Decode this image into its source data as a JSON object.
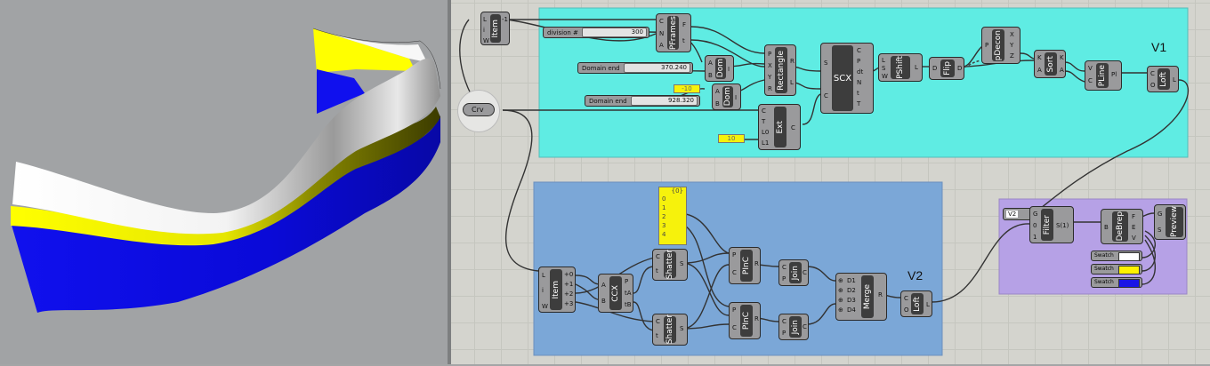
{
  "colors": {
    "canvas": "#d4d4ce",
    "cyan_group": "#5fece3",
    "blue_group": "#7ba7d7",
    "purple_group": "#b6a1e6",
    "viewport": "#a1a3a5",
    "panel_yellow": "#f6f20c",
    "swatch_white": "#ffffff",
    "swatch_yellow": "#fff200",
    "swatch_blue": "#1a14e6"
  },
  "labels": {
    "v1": "V1",
    "v2": "V2"
  },
  "crv": "Crv",
  "top": {
    "item": {
      "title": "Item",
      "inputs": [
        "L",
        "i",
        "W"
      ],
      "outputs": [
        "-1"
      ]
    },
    "pframes": {
      "title": "PFrames",
      "inputs": [
        "C",
        "N",
        "A"
      ],
      "outputs": [
        "F",
        "t"
      ]
    },
    "division": {
      "label": "division #",
      "value": "300"
    },
    "domain1": {
      "label": "Domain end",
      "value": "370.240"
    },
    "domain2": {
      "label": "Domain end",
      "value": "928.320"
    },
    "num_minus10": "-10",
    "num_10": "10",
    "dom1": {
      "title": "Dom",
      "inputs": [
        "A",
        "B"
      ],
      "outputs": [
        "I"
      ]
    },
    "dom2": {
      "title": "Dom",
      "inputs": [
        "A",
        "B"
      ],
      "outputs": [
        "I"
      ]
    },
    "rect": {
      "title": "Rectangle",
      "inputs": [
        "P",
        "X",
        "Y",
        "R"
      ],
      "outputs": [
        "R",
        "L"
      ]
    },
    "scx": {
      "title": "SCX",
      "inputs": [
        "S",
        "C"
      ],
      "outputs": [
        "C",
        "P",
        "dt",
        "N",
        "t",
        "T"
      ]
    },
    "ext": {
      "title": "Ext",
      "inputs": [
        "C",
        "T",
        "L0",
        "L1"
      ],
      "outputs": [
        "C"
      ]
    },
    "pshift": {
      "title": "PShift",
      "inputs": [
        "L",
        "S",
        "W"
      ],
      "outputs": [
        "L"
      ]
    },
    "flip": {
      "title": "Flip",
      "inputs": [
        "D"
      ],
      "outputs": [
        "D"
      ]
    },
    "pdecon": {
      "title": "pDecon",
      "inputs": [
        "P"
      ],
      "outputs": [
        "X",
        "Y",
        "Z"
      ]
    },
    "sort": {
      "title": "Sort",
      "inputs": [
        "K",
        "A"
      ],
      "outputs": [
        "K",
        "A"
      ]
    },
    "pline": {
      "title": "PLine",
      "inputs": [
        "V",
        "C"
      ],
      "outputs": [
        "Pl"
      ]
    },
    "loft": {
      "title": "Loft",
      "inputs": [
        "C",
        "O"
      ],
      "outputs": [
        "L"
      ]
    }
  },
  "bottom": {
    "item": {
      "title": "Item",
      "inputs": [
        "L",
        "i",
        "W"
      ],
      "outputs": [
        "+0",
        "+1",
        "+2",
        "+3"
      ]
    },
    "ccx": {
      "title": "CCX",
      "inputs": [
        "A",
        "B"
      ],
      "outputs": [
        "P",
        "tA",
        "tB"
      ]
    },
    "panel": {
      "header": "{0}",
      "rows": [
        "0",
        "1",
        "2",
        "3",
        "4"
      ]
    },
    "shatter1": {
      "title": "Shatter",
      "inputs": [
        "C",
        "t"
      ],
      "outputs": [
        "S"
      ]
    },
    "shatter2": {
      "title": "Shatter",
      "inputs": [
        "C",
        "t"
      ],
      "outputs": [
        "S"
      ]
    },
    "pinc1": {
      "title": "PInC",
      "inputs": [
        "P",
        "C"
      ],
      "outputs": [
        "R"
      ]
    },
    "pinc2": {
      "title": "PInC",
      "inputs": [
        "P",
        "C"
      ],
      "outputs": [
        "R"
      ]
    },
    "join1": {
      "title": "Join",
      "inputs": [
        "C",
        "P"
      ],
      "outputs": [
        "C"
      ]
    },
    "join2": {
      "title": "Join",
      "inputs": [
        "C",
        "P"
      ],
      "outputs": [
        "C"
      ]
    },
    "merge": {
      "title": "Merge",
      "inputs": [
        "D1",
        "D2",
        "D3",
        "D4"
      ],
      "outputs": [
        "R"
      ]
    },
    "loft": {
      "title": "Loft",
      "inputs": [
        "C",
        "O"
      ],
      "outputs": [
        "L"
      ]
    }
  },
  "right": {
    "selector": "V2",
    "filter": {
      "title": "Filter",
      "inputs": [
        "G",
        "0",
        "1"
      ],
      "outputs": [
        "S(1)"
      ]
    },
    "debrep": {
      "title": "DeBrep",
      "inputs": [
        "B"
      ],
      "outputs": [
        "F",
        "E",
        "V"
      ]
    },
    "preview": {
      "title": "Preview",
      "inputs": [
        "G",
        "S"
      ]
    },
    "swatches": [
      {
        "label": "Swatch",
        "color": "#ffffff"
      },
      {
        "label": "Swatch",
        "color": "#fff200"
      },
      {
        "label": "Swatch",
        "color": "#1a14e6"
      }
    ]
  }
}
